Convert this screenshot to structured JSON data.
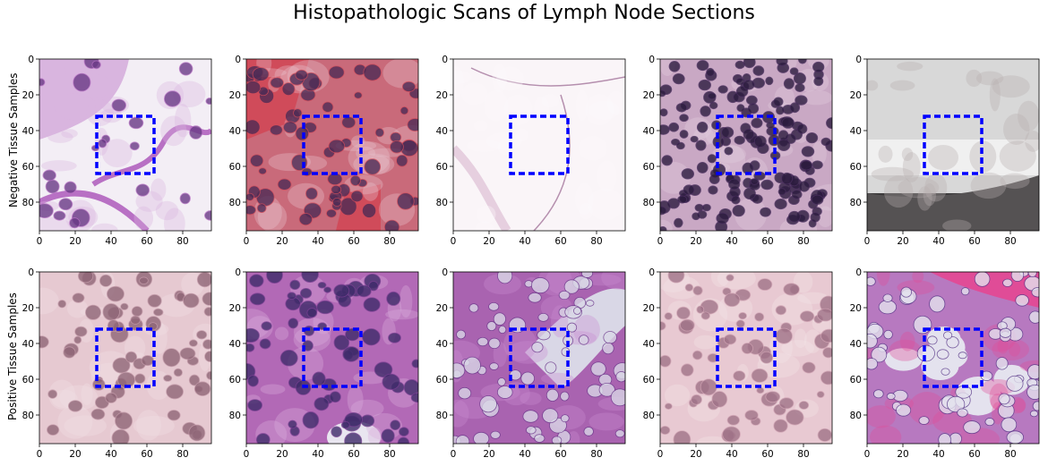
{
  "title": "Histopathologic Scans of Lymph Node Sections",
  "rows": [
    {
      "label": "Negative Tissue Samples",
      "panels": [
        {
          "tissue": "adipose-membrane",
          "palette": [
            "#f3eef5",
            "#b870c4",
            "#6a3a86",
            "#d9b5df"
          ]
        },
        {
          "tissue": "red-blood-dense",
          "palette": [
            "#c96a7a",
            "#d04b5a",
            "#4e2b55",
            "#e8c4cf"
          ]
        },
        {
          "tissue": "sparse-fat",
          "palette": [
            "#faf5f8",
            "#e6cfdf",
            "#b58fae",
            "#fbf9fb"
          ]
        },
        {
          "tissue": "lymphocytes-dense",
          "palette": [
            "#c9a8c4",
            "#4b2f60",
            "#2c1c3f",
            "#e3cfe0"
          ]
        },
        {
          "tissue": "artifact-blur",
          "palette": [
            "#d8d8d8",
            "#f0f0f0",
            "#3d3b3c",
            "#b8b0b0"
          ]
        }
      ]
    },
    {
      "label": "Positive Tissue Samples",
      "panels": [
        {
          "tissue": "pale-tumor",
          "palette": [
            "#e6c9d1",
            "#c49aa9",
            "#8f6677",
            "#f1dfe4"
          ]
        },
        {
          "tissue": "purple-tumor",
          "palette": [
            "#b269b6",
            "#7a3f93",
            "#3f2b6a",
            "#d9b0de"
          ]
        },
        {
          "tissue": "tumor-lumen",
          "palette": [
            "#a963b0",
            "#6e3b8d",
            "#d9d7e6",
            "#c98bd0"
          ]
        },
        {
          "tissue": "pink-tumor",
          "palette": [
            "#e8c9d2",
            "#d0a3b3",
            "#a07388",
            "#f4e5e9"
          ]
        },
        {
          "tissue": "fat-tumor",
          "palette": [
            "#b779c0",
            "#5b3a8a",
            "#e4e2ee",
            "#e04c97"
          ]
        }
      ]
    }
  ],
  "axes": {
    "xticks": [
      "0",
      "20",
      "40",
      "60",
      "80"
    ],
    "yticks": [
      "0",
      "20",
      "40",
      "60",
      "80"
    ],
    "range": [
      0,
      96
    ]
  },
  "roi": {
    "x0": 32,
    "y0": 32,
    "x1": 64,
    "y1": 64,
    "color": "#0000ff",
    "style": "dashed"
  }
}
